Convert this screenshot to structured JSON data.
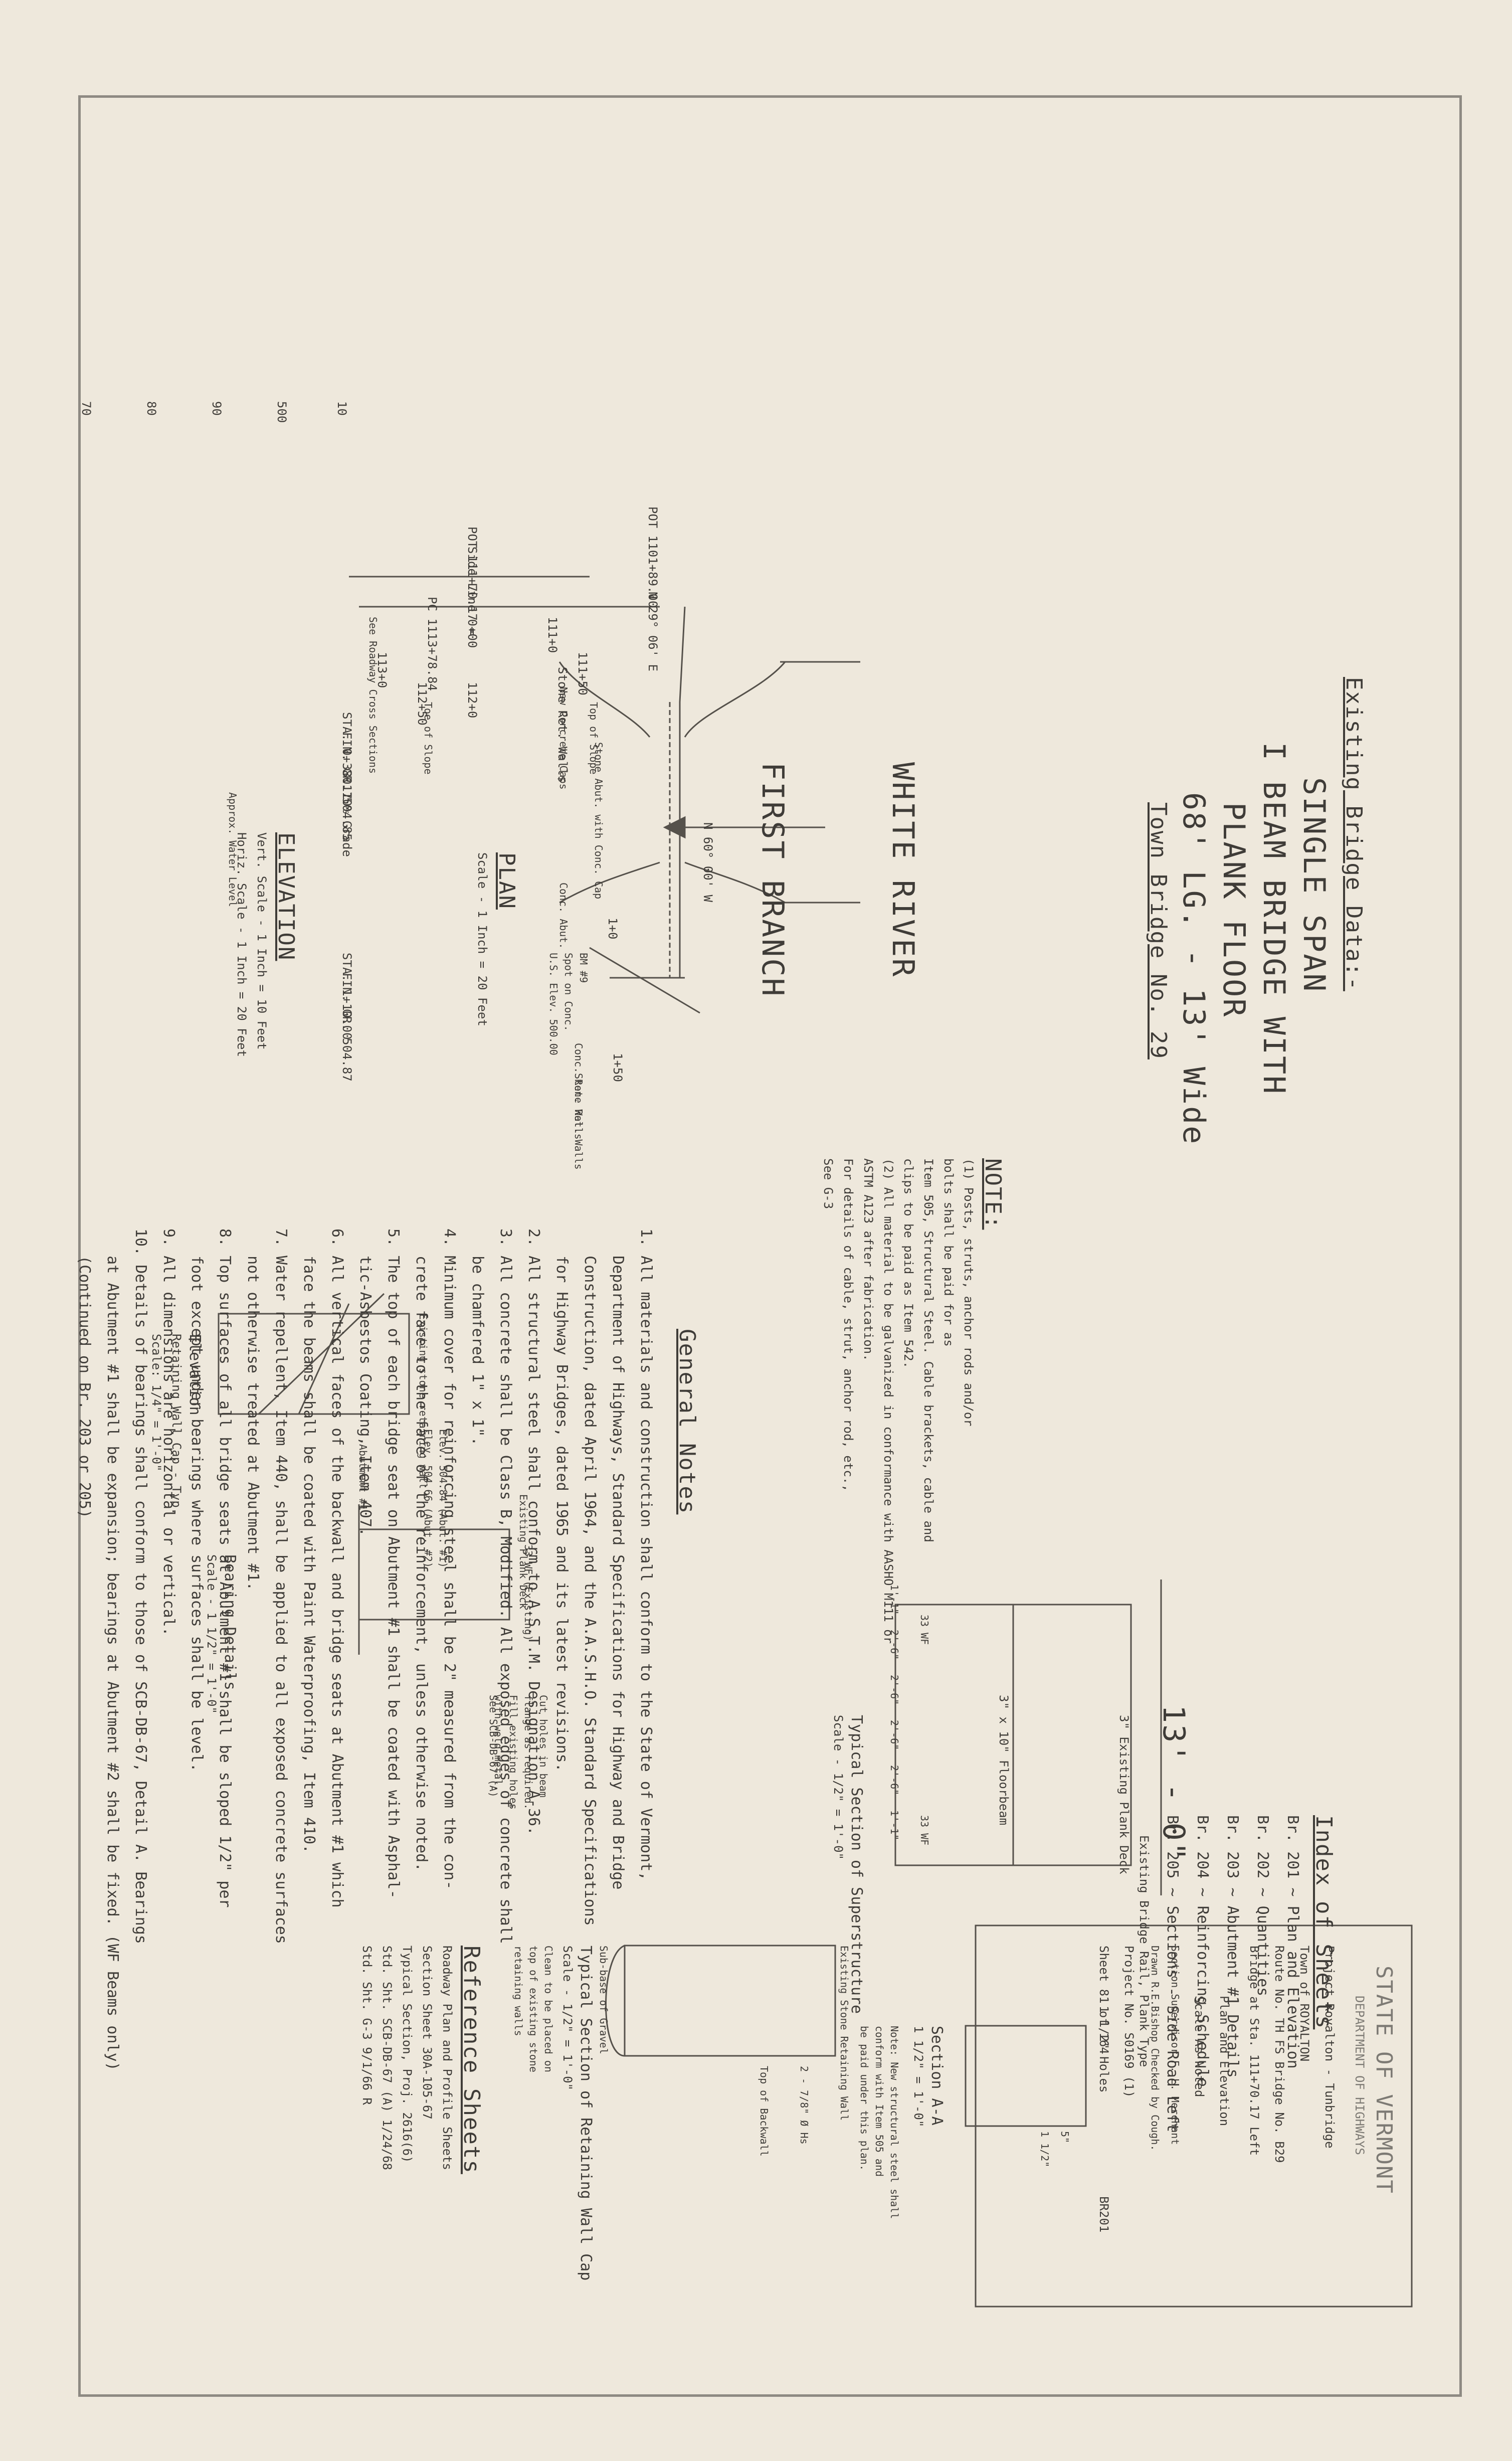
{
  "existing_bridge": {
    "heading": "Existing Bridge Data:-",
    "lines": [
      "SINGLE SPAN",
      "I BEAM BRIDGE WITH",
      "PLANK FLOOR",
      "68' LG. - 13' Wide",
      "Town Bridge No. 29"
    ]
  },
  "index": {
    "heading": "Index of Sheets",
    "items": [
      "Br. 201 ~ Plan and Elevation",
      "Br. 202 ~ Quantities",
      "Br. 203 ~ Abutment #1 Details",
      "Br. 204 ~ Reinforcing Schedule",
      "Br. 205 ~ Sections - Side Road Left"
    ]
  },
  "plan": {
    "label": "PLAN",
    "scale": "Scale - 1 Inch = 20 Feet",
    "river_first": "FIRST BRANCH",
    "river_white": "WHITE RIVER",
    "bearing_road": "N 29° 06' E",
    "bearing_river": "N 60° 00' W",
    "pot_top": "POT 1101+89.00",
    "pot_side": "POT 111+70.17 =",
    "side_line": "Side Line 0+00",
    "pc": "PC 1113+78.84",
    "stations": [
      "111+0",
      "111+50",
      "112+0",
      "112+50",
      "113+0",
      "1+0",
      "1+50"
    ],
    "stone_ret_walls": "Stone Ret. Walls",
    "new_conc_caps": "New Concrete Caps",
    "top_of_slope": "Top of Slope",
    "toe_of_slope": "Toe of Slope",
    "stone_abut": "Stone Abut. with Conc. Cap",
    "conc_abut": "Conc. Abut.",
    "conc_ret_walls": "Conc. Ret. Walls",
    "stone_ret_walls_2": "Stone Ret. Walls",
    "bm_lines": [
      "BM #9",
      "Spot on Conc.",
      "U.S. Elev. 500.00"
    ]
  },
  "elevation": {
    "label": "ELEVATION",
    "scale_v": "Vert. Scale - 1 Inch = 10 Feet",
    "scale_h": "Horiz. Scale - 1 Inch = 20 Feet",
    "sta_left": "STA. 0+38.17",
    "gr_left": "FIN. GR. 504.85",
    "sta_right": "STA. 1+10.00",
    "gr_right": "FIN. GR. 504.87",
    "gradient": "0.10% Grade",
    "roadway_label": "See Roadway Cross Sections",
    "water": "Approx. Water Level",
    "scale_nums": [
      "70",
      "80",
      "90",
      "500",
      "10"
    ]
  },
  "notes_detail": {
    "head": "NOTE:",
    "lines": [
      "(1) Posts, struts, anchor rods and/or",
      "    bolts shall be paid for as",
      "    Item 505, Structural Steel. Cable brackets, cable and",
      "    clips to be paid as Item 542.",
      "(2) All material to be galvanized in conformance with AASHO M111 or",
      "    ASTM A123 after fabrication.",
      "    For details of cable, strut, anchor rod, etc.,",
      "    See G-3"
    ]
  },
  "ret_wall": {
    "label": "Elevation",
    "sub": "Retaining Wall Cap - Typ.",
    "scale": "Scale: 1/4\" = 1'-0\"",
    "abutment": "Abutment #1",
    "existing_wall": "Existing stone retaining wall"
  },
  "bearing": {
    "label": "Bearing Details",
    "scale": "Scale - 1 1/2\" = 1'-0\"",
    "elev1": "Elev. 504.84 (Abut. #1)",
    "elev2": "Elev. 504.66 (Abut. #2)",
    "beam": "33 WF (Existing)",
    "plank": "Existing Plank Deck",
    "see": "See SCB-DB-67 (A)",
    "holes": [
      "Cut holes in beam",
      "flange as required.",
      "Fill existing holes",
      "with weld metal."
    ]
  },
  "typ_section": {
    "label": "Typical Section of Superstructure",
    "scale": "Scale - 1/2\" = 1'-0\"",
    "width": "13' - 0\"",
    "deck": "3\" Existing Plank Deck",
    "floorbeam": "3\" x 10\" Floorbeam",
    "rail": "Existing Bridge Rail, Plank Type",
    "beam_left": "33 WF",
    "beam_right": "33 WF",
    "dims": [
      "1'-1\"",
      "2'-6\"",
      "2'-6\"",
      "2'-6\"",
      "2'-6\"",
      "1'-1\""
    ]
  },
  "section_aa": {
    "label": "Section A-A",
    "scale": "1 1/2\" = 1'-0\"",
    "holes": "1 1/2\" Holes",
    "dim1": "5\"",
    "dim2": "1 1/2\"",
    "note": [
      "Note: New structural steel shall",
      "conform with Item 505 and",
      "be paid under this plan."
    ]
  },
  "typ_wall": {
    "label": "Typical Section of Retaining Wall Cap",
    "scale": "Scale - 1/2\" = 1'-0\"",
    "existing": "Existing Stone Retaining Wall",
    "clean": [
      "Clean to be placed on",
      "top of existing stone",
      "retaining walls"
    ],
    "gravel": "Sub-base of Gravel",
    "anchor": "2 - 7/8\" Ø Hs",
    "top": "Top of Backwall"
  },
  "reference": {
    "head": "Reference Sheets",
    "lines": [
      "Roadway Plan and Profile Sheets",
      "Section Sheet 30A-105-67",
      "Typical Section, Proj. 2616(6)",
      "Std. Sht. SCB-DB-67 (A) 1/24/68",
      "Std. Sht. G-3 9/1/66 R"
    ]
  },
  "general_notes": {
    "head": "General Notes",
    "lines": [
      "1. All materials and construction shall conform to the State of Vermont,",
      "   Department of Highways, Standard Specifications for Highway and Bridge",
      "   Construction, dated April 1964, and the A.A.S.H.O. Standard Specifications",
      "   for Highway Bridges, dated 1965 and its latest revisions.",
      "2. All structural steel shall conform to A.S.T.M. Designation A-36.",
      "3. All concrete shall be Class B, Modified. All exposed edges of concrete shall",
      "   be chamfered 1\" x 1\".",
      "4. Minimum cover for reinforcing steel shall be 2\" measured from the con-",
      "   crete face to the face of the reinforcement, unless otherwise noted.",
      "5. The top of each bridge seat on Abutment #1 shall be coated with Asphal-",
      "   tic-Asbestos Coating, Item 407.",
      "6. All vertical faces of the backwall and bridge seats at Abutment #1 which",
      "   face the beams shall be coated with Paint Waterproofing, Item 410.",
      "7. Water repellent, Item 440, shall be applied to all exposed concrete surfaces",
      "   not otherwise treated at Abutment #1.",
      "8. Top surfaces of all bridge seats at Abutment #1 shall be sloped 1/2\" per",
      "   foot except under bearings where surfaces shall be level.",
      "9. All dimensions are horizontal or vertical.",
      "10. Details of bearings shall conform to those of SCB-DB-67, Detail A. Bearings",
      "   at Abutment #1 shall be expansion; bearings at Abutment #2 shall be fixed. (WF Beams only)",
      "   (Continued on Br. 203 or 205)"
    ]
  },
  "title_block": {
    "state": "STATE OF VERMONT",
    "dept": "DEPARTMENT OF HIGHWAYS",
    "project": "Project  Royalton - Tunbridge",
    "town": "Town of  ROYALTON",
    "route": "Route No. TH FS     Bridge No. B29",
    "bridge_at": "Bridge at Sta. 111+70.17 Left",
    "plan_elev": "Plan and Elevation",
    "scale": "Scale  As Noted",
    "section": "Section Supervisor  F. L. Merchant",
    "drawn": "Drawn  R.E.Bishop   Checked by  Cough.",
    "project_no": "Project No.  S0169 (1)",
    "sheet": "Sheet  81  of  164",
    "code": "BR201"
  }
}
